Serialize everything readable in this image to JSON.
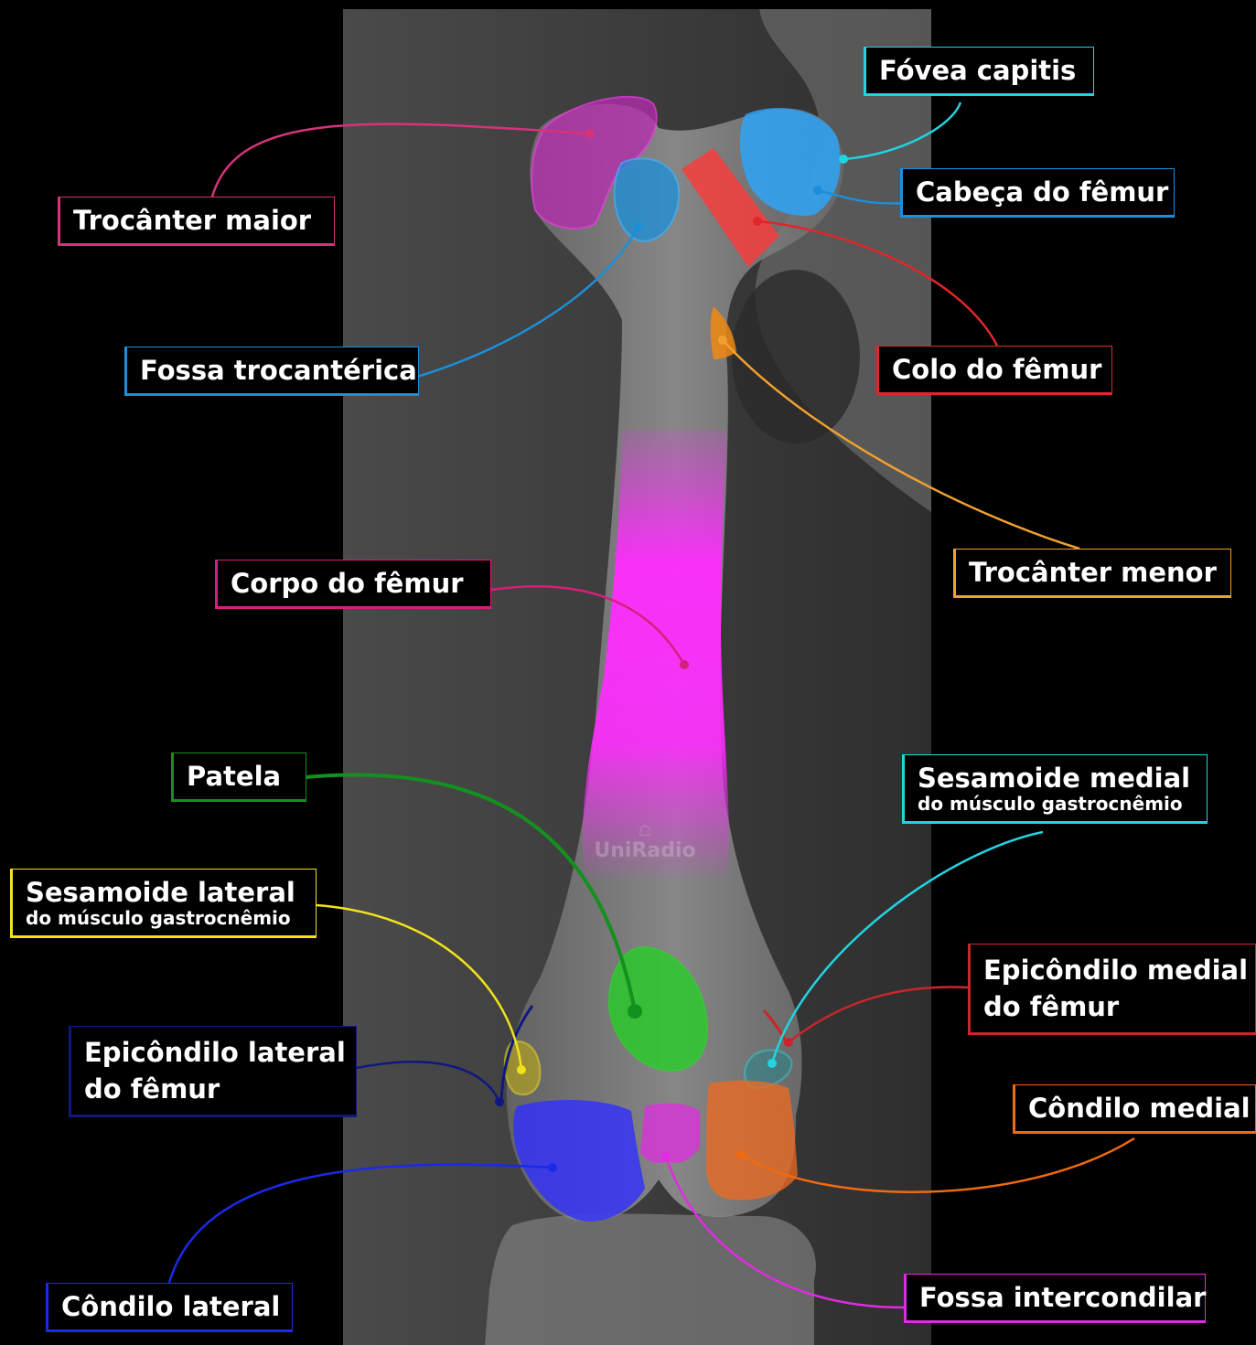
{
  "labels": {
    "fovea": "Fóvea capitis",
    "trocanter_maior": "Trocânter maior",
    "cabeca": "Cabeça do fêmur",
    "fossa_troc": "Fossa trocantérica",
    "colo": "Colo do fêmur",
    "trocanter_menor": "Trocânter menor",
    "corpo": "Corpo do fêmur",
    "patela": "Patela",
    "ses_medial": "Sesamoide  medial",
    "ses_medial_sub": "do músculo gastrocnêmio",
    "ses_lateral": "Sesamoide  lateral",
    "ses_lateral_sub": "do músculo gastrocnêmio",
    "epi_medial_1": "Epicôndilo medial",
    "epi_medial_2": "do fêmur",
    "epi_lateral_1": "Epicôndilo lateral",
    "epi_lateral_2": "do fêmur",
    "condilo_medial": "Côndilo medial",
    "condilo_lateral": "Côndilo lateral",
    "fossa_inter": "Fossa intercondilar"
  },
  "watermark": "UniRadio",
  "colors": {
    "fovea": "#22d3e0",
    "trocanter_maior": "#d6337a",
    "cabeca": "#1c8fd8",
    "fossa_troc": "#1c8fd8",
    "colo": "#e0262b",
    "trocanter_menor": "#f0a030",
    "corpo": "#d61f7c",
    "patela": "#14901e",
    "ses_medial": "#22d3e0",
    "ses_lateral": "#f2e21a",
    "epi_medial": "#c8262b",
    "epi_lateral": "#101880",
    "condilo_medial": "#f06a10",
    "condilo_lateral": "#1a2ae8",
    "fossa_inter": "#e02ce0"
  }
}
